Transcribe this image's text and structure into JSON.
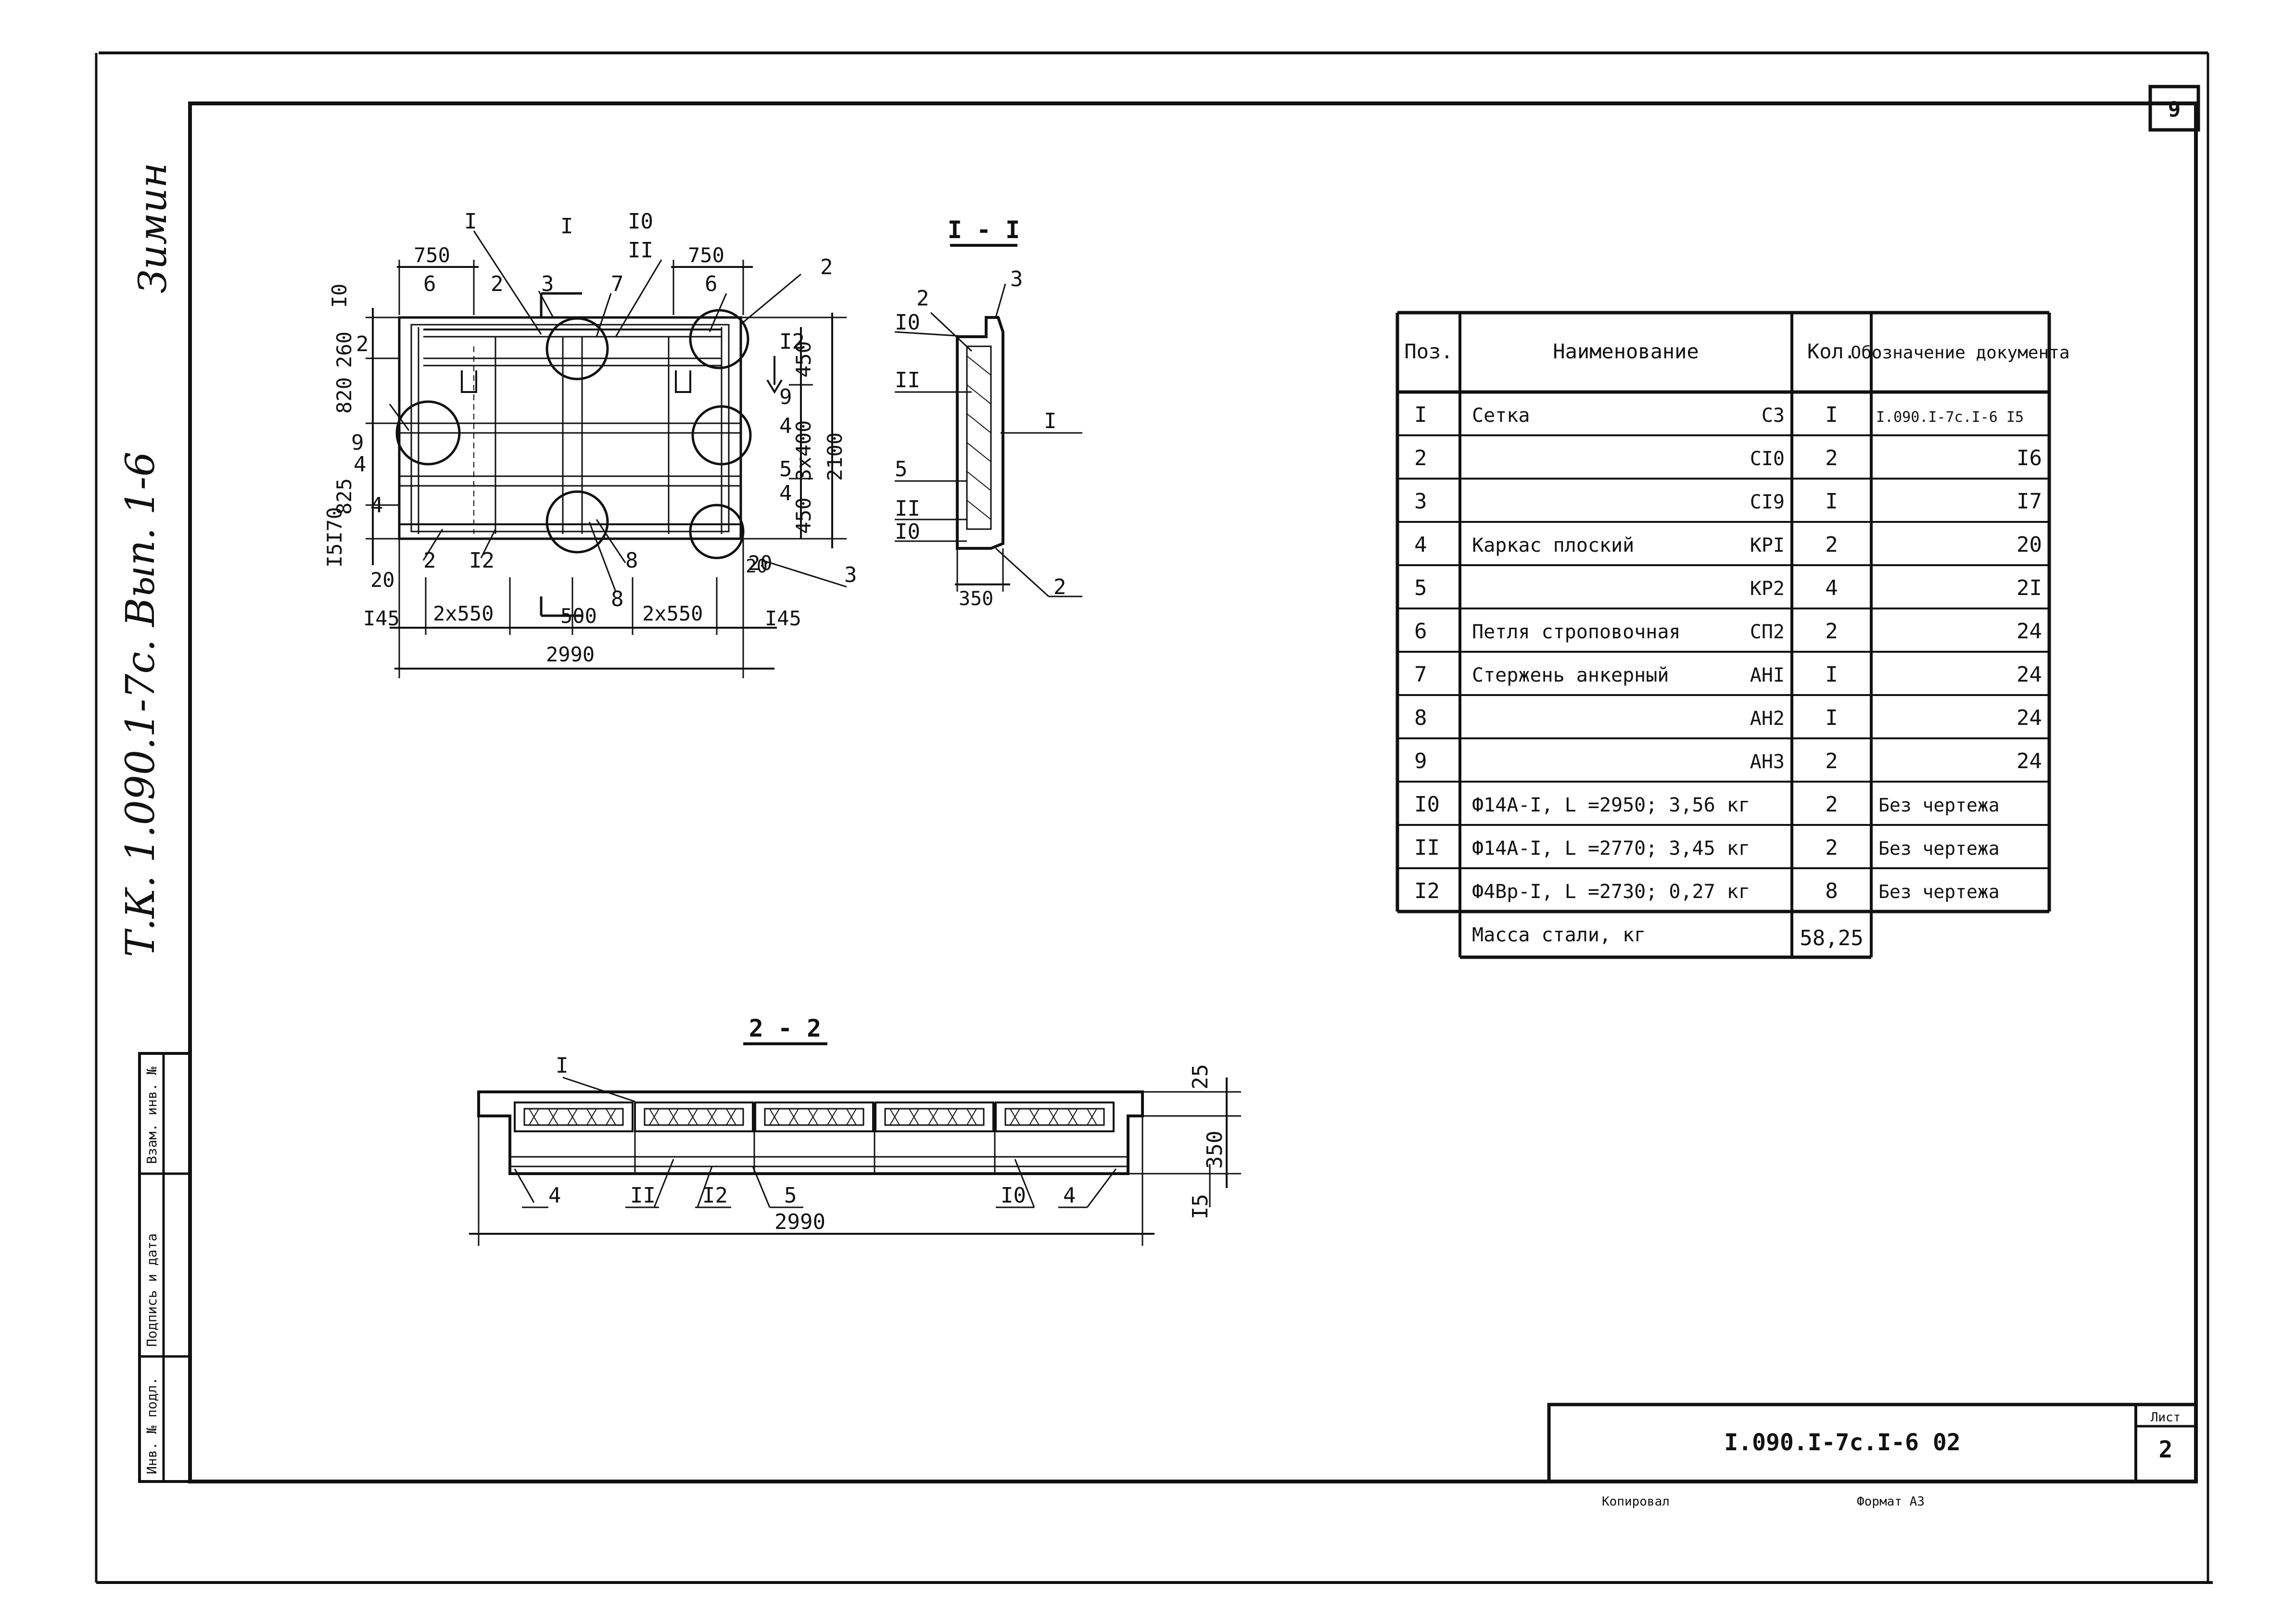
{
  "sheet": {
    "corner_number": "9",
    "code": "I.090.I-7c.I-6 02",
    "sheet_label": "Лист",
    "sheet_number": "2",
    "copied_label": "Копировал",
    "format_label": "Формат А3",
    "side_note": "Т.К. 1.090.1-7с. Вып. 1-6",
    "signature": "Зимин"
  },
  "side_stamp": {
    "cells": [
      "Инв. № подл.",
      "Подпись и дата",
      "Взам. инв. №"
    ]
  },
  "plan": {
    "dims": {
      "d750a": "750",
      "d750b": "750",
      "d10top": "I0",
      "d260": "260",
      "d820": "820",
      "d825": "825",
      "d170": "I70",
      "d15": "I5",
      "d450a": "450",
      "d3x400": "3x400",
      "d450b": "450",
      "d2100": "2100",
      "d20a": "20",
      "d20b": "20",
      "d145a": "I45",
      "d2x550a": "2x550",
      "d500": "500",
      "d2x550b": "2x550",
      "d145b": "I45",
      "d2990": "2990"
    },
    "callouts": {
      "c1": "I",
      "c10": "I0",
      "c11": "II",
      "c6a": "6",
      "c2a": "2",
      "c3a": "3",
      "c7": "7",
      "c6b": "6",
      "c2b": "2",
      "c2l": "2",
      "c9l": "9",
      "c4l": "4",
      "c4ll": "4",
      "c12r": "I2",
      "c9r": "9",
      "c4r": "4",
      "c5r": "5",
      "c4r2": "4",
      "c20r": "20",
      "c3r": "3",
      "c2bot": "2",
      "c12bot": "I2",
      "c8a": "8",
      "c8b": "8",
      "c1sec": "I"
    }
  },
  "section_1": {
    "title": "I - I",
    "callouts": {
      "c2": "2",
      "c3": "3",
      "c10a": "I0",
      "c11a": "II",
      "c5": "5",
      "c11b": "II",
      "c10b": "I0",
      "c2b": "2",
      "cI": "I"
    },
    "width": "350"
  },
  "section_2": {
    "title": "2 - 2",
    "callouts": {
      "cI": "I",
      "c4a": "4",
      "c11": "II",
      "c12": "I2",
      "c5": "5",
      "c10": "I0",
      "c4b": "4"
    },
    "dims": {
      "d25": "25",
      "d350": "350",
      "d15": "I5",
      "d2990": "2990"
    }
  },
  "spec_table": {
    "headers": [
      "Поз.",
      "Наименование",
      "Кол.",
      "Обозначение документа"
    ],
    "rows": [
      {
        "pos": "I",
        "name": "Сетка",
        "mark": "С3",
        "qty": "I",
        "doc": "I.090.I-7c.I-6 I5"
      },
      {
        "pos": "2",
        "name": "",
        "mark": "СI0",
        "qty": "2",
        "doc": "I6"
      },
      {
        "pos": "3",
        "name": "",
        "mark": "СI9",
        "qty": "I",
        "doc": "I7"
      },
      {
        "pos": "4",
        "name": "Каркас плоский",
        "mark": "КРI",
        "qty": "2",
        "doc": "20"
      },
      {
        "pos": "5",
        "name": "",
        "mark": "КР2",
        "qty": "4",
        "doc": "2I"
      },
      {
        "pos": "6",
        "name": "Петля строповочная",
        "mark": "СП2",
        "qty": "2",
        "doc": "24"
      },
      {
        "pos": "7",
        "name": "Стержень анкерный",
        "mark": "АНI",
        "qty": "I",
        "doc": "24"
      },
      {
        "pos": "8",
        "name": "",
        "mark": "АН2",
        "qty": "I",
        "doc": "24"
      },
      {
        "pos": "9",
        "name": "",
        "mark": "АН3",
        "qty": "2",
        "doc": "24"
      },
      {
        "pos": "I0",
        "name": "Ф14А-I, L =2950; 3,56 кг",
        "mark": "",
        "qty": "2",
        "doc": "Без чертежа"
      },
      {
        "pos": "II",
        "name": "Ф14А-I, L =2770; 3,45 кг",
        "mark": "",
        "qty": "2",
        "doc": "Без чертежа"
      },
      {
        "pos": "I2",
        "name": "Ф4Вр-I, L =2730; 0,27 кг",
        "mark": "",
        "qty": "8",
        "doc": "Без чертежа"
      }
    ],
    "total_label": "Масса стали, кг",
    "total_value": "58,25"
  }
}
